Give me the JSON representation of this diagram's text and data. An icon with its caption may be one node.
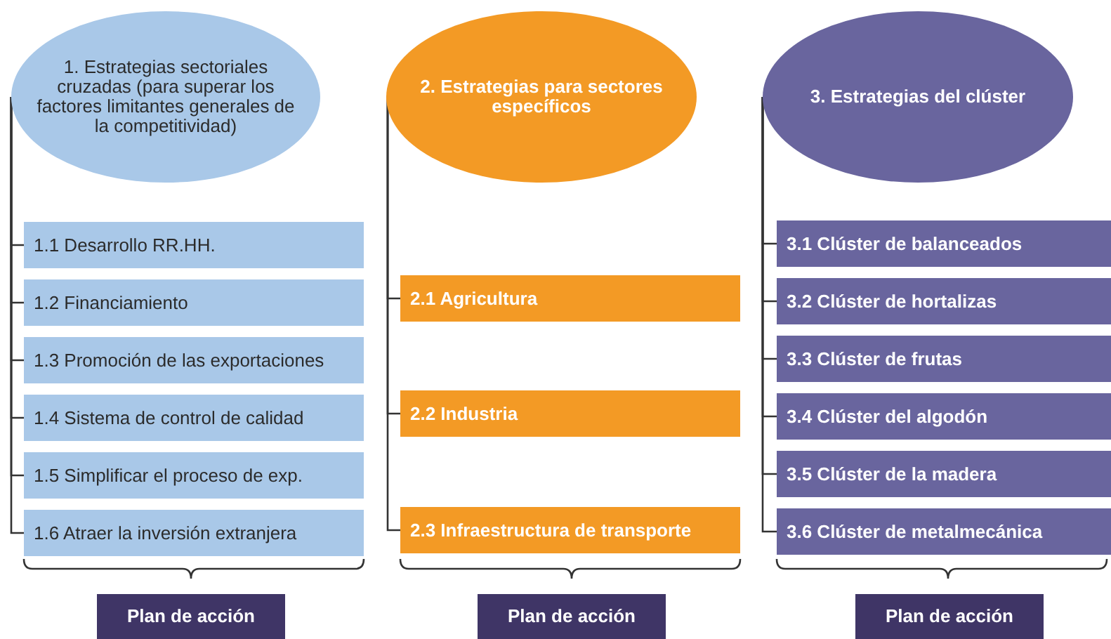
{
  "diagram": {
    "nodes": [
      {
        "text": [
          "1. Estrategias sectoriales cruzadas (para superar los factores limitantes generales de la competitividad)"
        ]
      },
      {
        "text": [
          "1.1 Desarrollo RR.HH."
        ]
      },
      {
        "text": [
          "1.2 Financiamiento"
        ]
      },
      {
        "text": [
          "1.3 Promoción de las exportaciones"
        ]
      },
      {
        "text": [
          "1.4 Sistema de control de calidad"
        ]
      },
      {
        "text": [
          "1.5 Simplificar el proceso de exp."
        ]
      },
      {
        "text": [
          "1.6 Atraer la inversión extranjera"
        ]
      },
      {
        "text": [
          "Plan de acción"
        ]
      },
      {
        "text": [
          "2. Estrategias para sectores específicos"
        ]
      },
      {
        "text": [
          "2.1 Agricultura"
        ]
      },
      {
        "text": [
          "2.2 Industria"
        ]
      },
      {
        "text": [
          "2.3 Infraestructura de transporte"
        ]
      },
      {
        "text": [
          "Plan de acción"
        ]
      },
      {
        "text": [
          "3. Estrategias del clúster"
        ]
      },
      {
        "text": [
          "3.1 Clúster de balanceados"
        ]
      },
      {
        "text": [
          "3.2 Clúster de hortalizas"
        ]
      },
      {
        "text": [
          "3.3 Clúster de frutas"
        ]
      },
      {
        "text": [
          "3.4 Clúster del algodón"
        ]
      },
      {
        "text": [
          "3.5 Clúster de la madera"
        ]
      },
      {
        "text": [
          "3.6 Clúster de metalmecánica"
        ]
      },
      {
        "text": [
          "Plan de acción"
        ]
      }
    ],
    "edges": [
      {
        "from": 0,
        "to": 1,
        "arrow": "none"
      },
      {
        "from": 0,
        "to": 2,
        "arrow": "none"
      },
      {
        "from": 0,
        "to": 3,
        "arrow": "none"
      },
      {
        "from": 0,
        "to": 4,
        "arrow": "none"
      },
      {
        "from": 0,
        "to": 5,
        "arrow": "none"
      },
      {
        "from": 0,
        "to": 6,
        "arrow": "none"
      },
      {
        "from": 8,
        "to": 9,
        "arrow": "none"
      },
      {
        "from": 8,
        "to": 10,
        "arrow": "none"
      },
      {
        "from": 8,
        "to": 11,
        "arrow": "none"
      },
      {
        "from": 13,
        "to": 14,
        "arrow": "none"
      },
      {
        "from": 13,
        "to": 15,
        "arrow": "none"
      },
      {
        "from": 13,
        "to": 16,
        "arrow": "none"
      },
      {
        "from": 13,
        "to": 17,
        "arrow": "none"
      },
      {
        "from": 13,
        "to": 18,
        "arrow": "none"
      },
      {
        "from": 13,
        "to": 19,
        "arrow": "none"
      }
    ]
  }
}
